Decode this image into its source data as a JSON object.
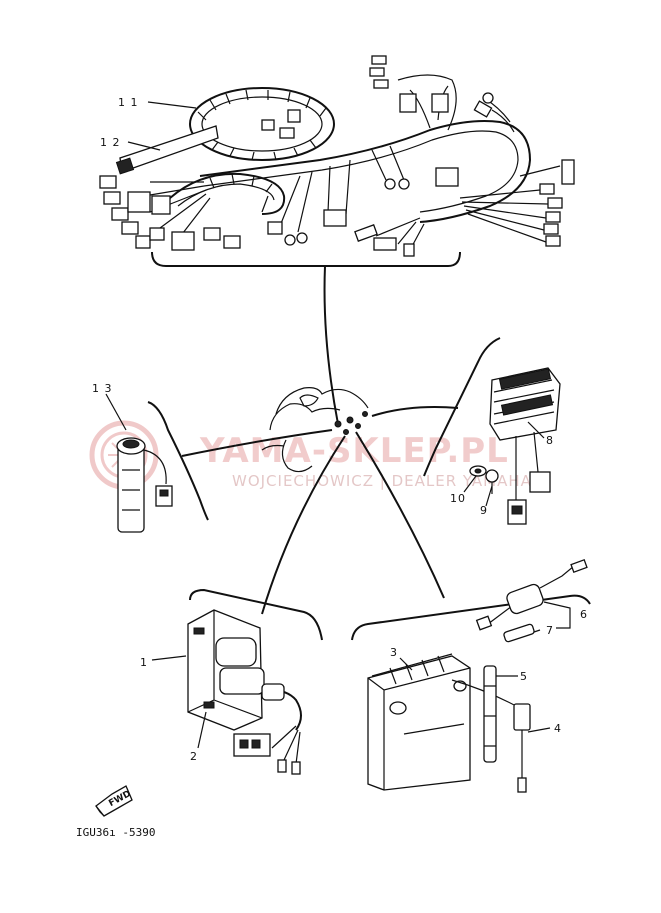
{
  "diagram": {
    "callouts": {
      "c1": "1",
      "c2": "2",
      "c3": "3",
      "c4": "4",
      "c5": "5",
      "c6": "6",
      "c7": "7",
      "c8": "8",
      "c9": "9",
      "c10": "10",
      "c11": "1 1",
      "c12": "1 2",
      "c13": "1 3"
    },
    "figure_code": "IGU36ı -5390",
    "fwd_label": "FWD",
    "watermark": {
      "main": "YAMA-SKLEP.PL",
      "sub": "WOJCIECHOWICZ | DEALER YAMAHA"
    }
  }
}
